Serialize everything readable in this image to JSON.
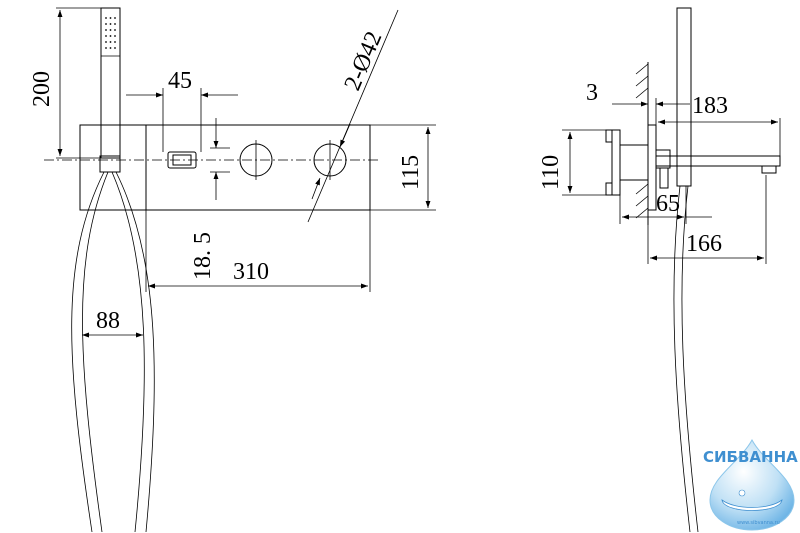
{
  "dimensions": {
    "hand_shower_height": "200",
    "spacing_45": "45",
    "hole_diameter": "2-Ø42",
    "panel_height": "115",
    "offset_18_5": "18. 5",
    "panel_width": "310",
    "holder_width": "88",
    "wall_gap": "3",
    "spout_length": "183",
    "plate_height": "110",
    "depth_65": "65",
    "depth_166": "166"
  },
  "logo": {
    "name": "СИБВАННА",
    "url": "www.sibvanna.ru"
  },
  "colors": {
    "line": "#000000",
    "logo_blue": "#3f8fd0",
    "logo_light": "#bfe0f5"
  }
}
